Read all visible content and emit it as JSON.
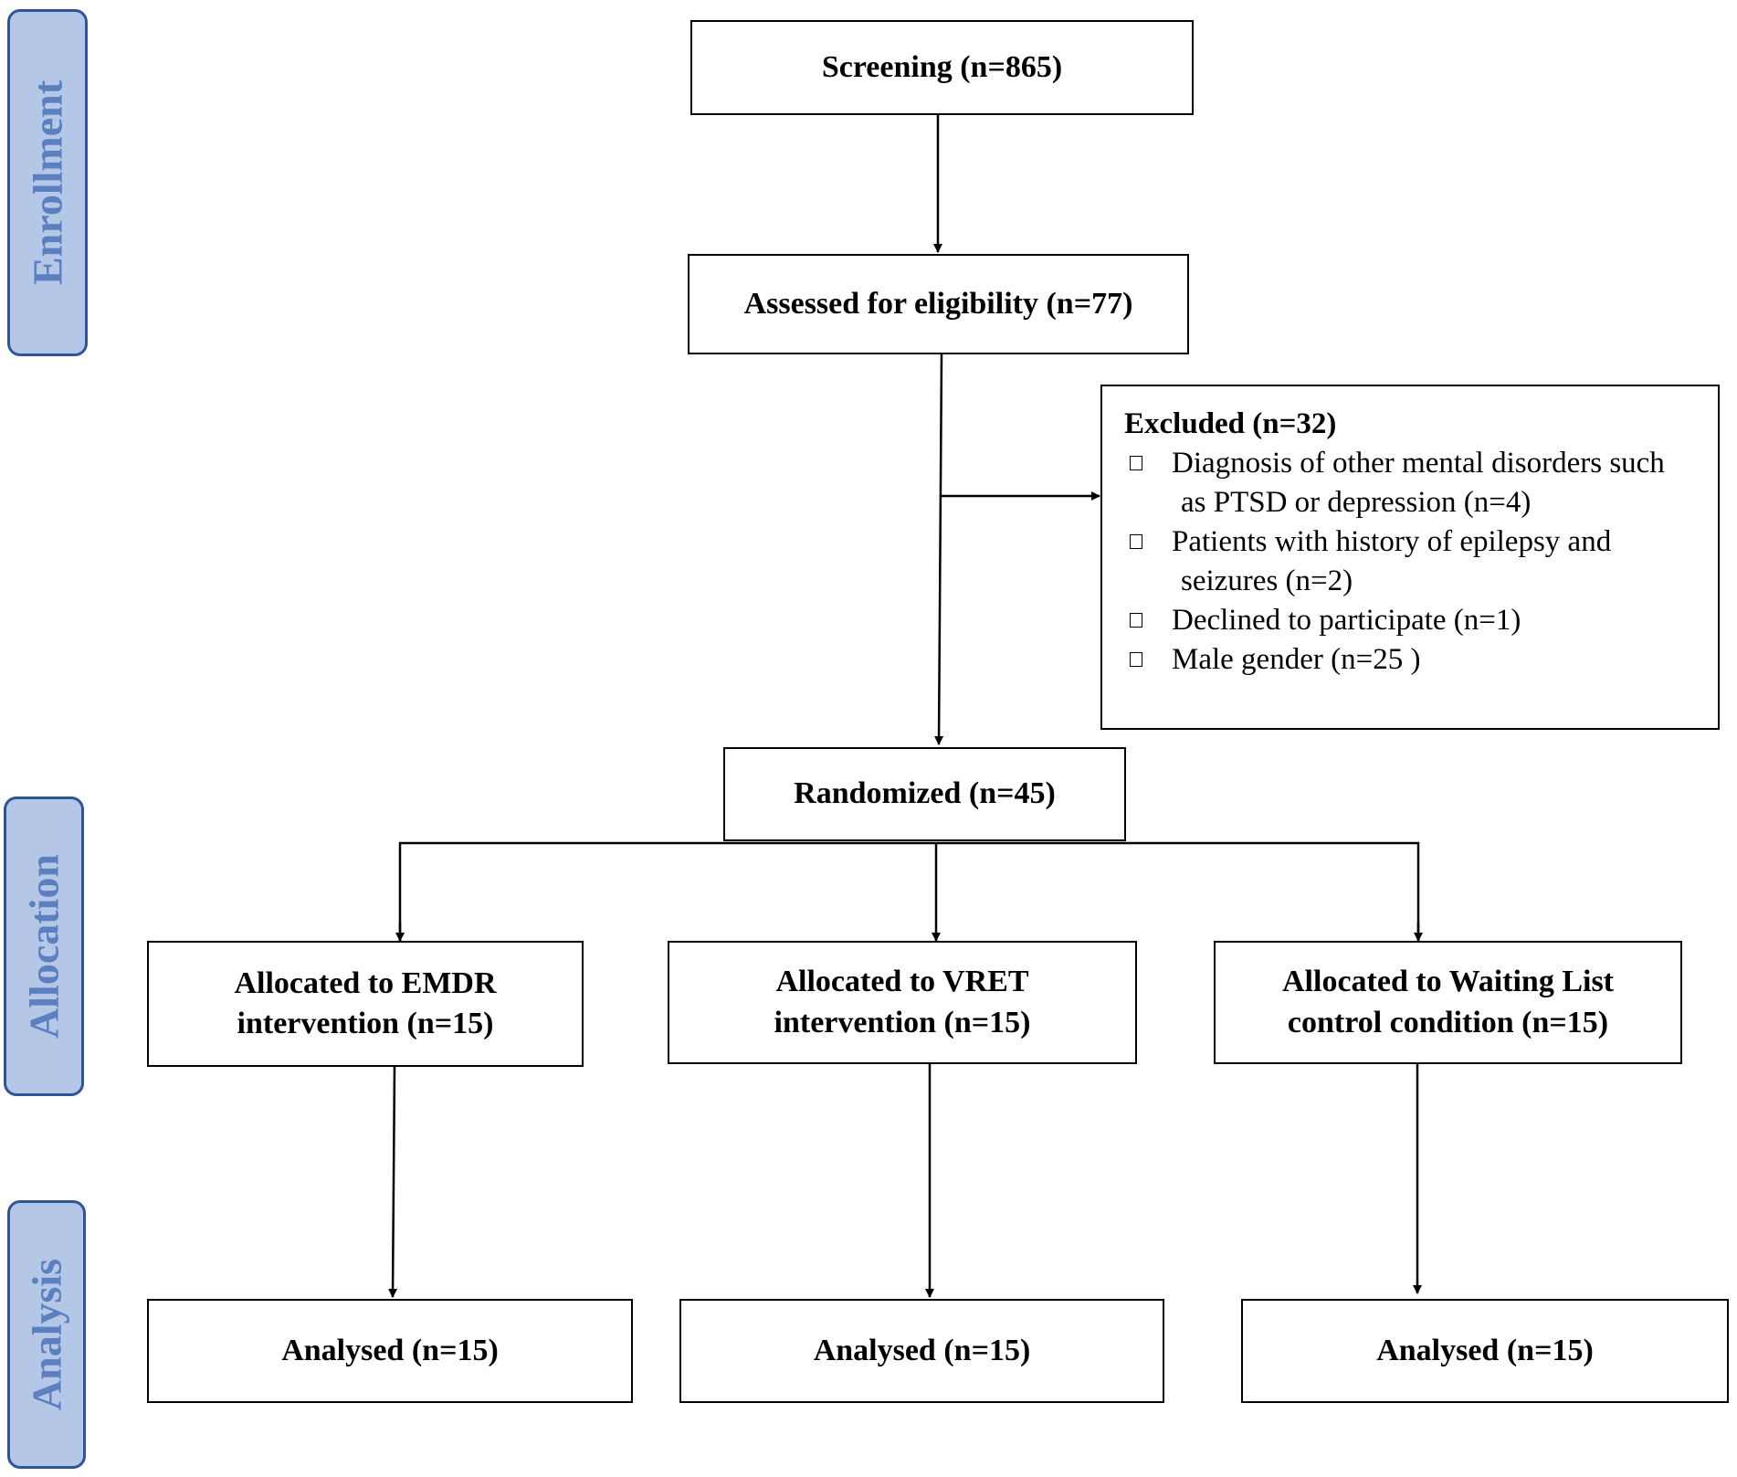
{
  "stages": {
    "enrollment": "Enrollment",
    "allocation": "Allocation",
    "analysis": "Analysis"
  },
  "boxes": {
    "screening": "Screening (n=865)",
    "assessed": "Assessed for eligibility (n=77)",
    "randomized": "Randomized (n=45)",
    "alloc_emdr": [
      "Allocated to EMDR",
      "intervention (n=15)"
    ],
    "alloc_vret": [
      "Allocated to VRET",
      "intervention (n=15)"
    ],
    "alloc_wait": [
      "Allocated to Waiting List",
      "control condition (n=15)"
    ],
    "analysed_emdr": "Analysed (n=15)",
    "analysed_vret": "Analysed (n=15)",
    "analysed_wait": "Analysed (n=15)"
  },
  "excluded": {
    "title": "Excluded (n=32)",
    "items": [
      [
        "Diagnosis of other mental disorders such",
        "as PTSD or depression (n=4)"
      ],
      [
        "Patients with history of epilepsy and",
        "seizures (n=2)"
      ],
      [
        "Declined to participate (n=1)"
      ],
      [
        "Male gender (n=25 )"
      ]
    ]
  },
  "colors": {
    "stage_fill": "#b4c7e7",
    "stage_border": "#2f5597",
    "stage_text": "#5b7fbf"
  }
}
